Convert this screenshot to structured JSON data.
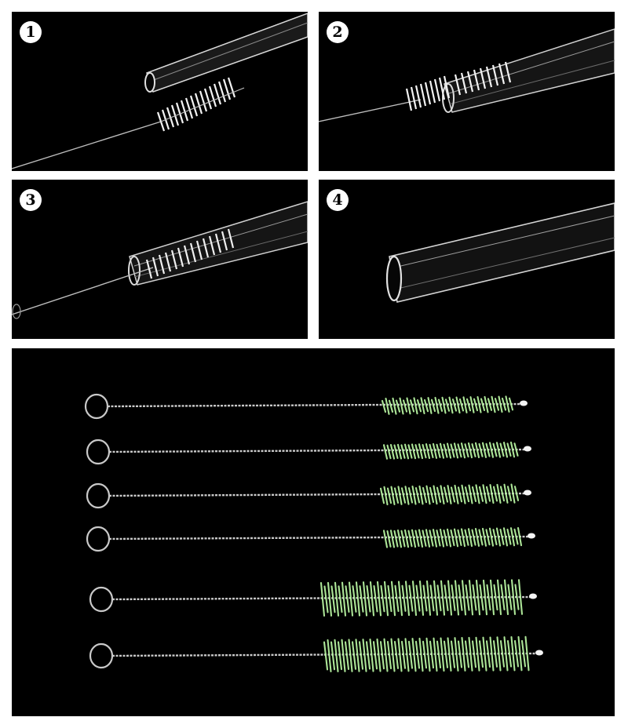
{
  "steps": [
    {
      "number": "1",
      "icon": "circled-digit-1"
    },
    {
      "number": "2",
      "icon": "circled-digit-2"
    },
    {
      "number": "3",
      "icon": "circled-digit-3"
    },
    {
      "number": "4",
      "icon": "circled-digit-4"
    }
  ],
  "colors": {
    "background": "#000000",
    "bristle_white": "#f2f2f2",
    "bristle_green": "#b6f2a0",
    "wire": "#c9c9c9",
    "glass": "#e8e8e8"
  },
  "brushes": [
    {
      "size": "small"
    },
    {
      "size": "small"
    },
    {
      "size": "small"
    },
    {
      "size": "small"
    },
    {
      "size": "large"
    },
    {
      "size": "large"
    }
  ]
}
